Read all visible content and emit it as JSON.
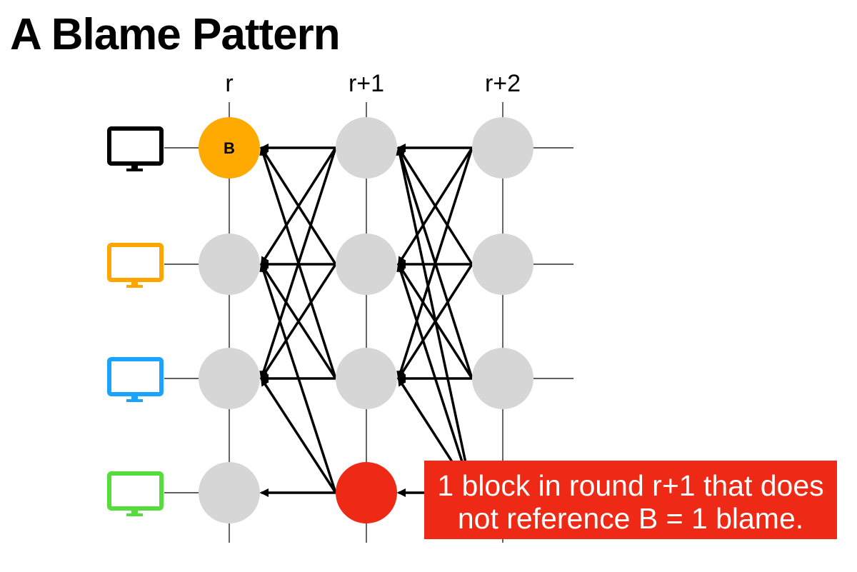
{
  "title": "A Blame Pattern",
  "rounds": [
    "r",
    "r+1",
    "r+2"
  ],
  "validators": [
    {
      "color": "#000000",
      "icon": "monitor-icon"
    },
    {
      "color": "#FFA500",
      "icon": "monitor-icon"
    },
    {
      "color": "#1AA3FF",
      "icon": "monitor-icon"
    },
    {
      "color": "#55DD3C",
      "icon": "monitor-icon"
    }
  ],
  "blocks": [
    {
      "round": 0,
      "validator": 0,
      "color": "#FFAA00",
      "label": "B"
    },
    {
      "round": 0,
      "validator": 1,
      "color": "#D6D6D6",
      "label": ""
    },
    {
      "round": 0,
      "validator": 2,
      "color": "#D6D6D6",
      "label": ""
    },
    {
      "round": 0,
      "validator": 3,
      "color": "#D6D6D6",
      "label": ""
    },
    {
      "round": 1,
      "validator": 0,
      "color": "#D6D6D6",
      "label": ""
    },
    {
      "round": 1,
      "validator": 1,
      "color": "#D6D6D6",
      "label": ""
    },
    {
      "round": 1,
      "validator": 2,
      "color": "#D6D6D6",
      "label": ""
    },
    {
      "round": 1,
      "validator": 3,
      "color": "#EE2A16",
      "label": ""
    },
    {
      "round": 2,
      "validator": 0,
      "color": "#D6D6D6",
      "label": ""
    },
    {
      "round": 2,
      "validator": 1,
      "color": "#D6D6D6",
      "label": ""
    },
    {
      "round": 2,
      "validator": 2,
      "color": "#D6D6D6",
      "label": ""
    }
  ],
  "references": [
    {
      "from": [
        1,
        0
      ],
      "to": [
        [
          0,
          0
        ],
        [
          0,
          1
        ],
        [
          0,
          2
        ]
      ]
    },
    {
      "from": [
        1,
        1
      ],
      "to": [
        [
          0,
          0
        ],
        [
          0,
          1
        ],
        [
          0,
          2
        ]
      ]
    },
    {
      "from": [
        1,
        2
      ],
      "to": [
        [
          0,
          0
        ],
        [
          0,
          1
        ],
        [
          0,
          2
        ]
      ]
    },
    {
      "from": [
        1,
        3
      ],
      "to": [
        [
          0,
          1
        ],
        [
          0,
          2
        ],
        [
          0,
          3
        ]
      ]
    },
    {
      "from": [
        2,
        0
      ],
      "to": [
        [
          1,
          0
        ],
        [
          1,
          1
        ],
        [
          1,
          2
        ]
      ]
    },
    {
      "from": [
        2,
        1
      ],
      "to": [
        [
          1,
          0
        ],
        [
          1,
          1
        ],
        [
          1,
          2
        ]
      ]
    },
    {
      "from": [
        2,
        2
      ],
      "to": [
        [
          1,
          0
        ],
        [
          1,
          1
        ],
        [
          1,
          2
        ]
      ]
    },
    {
      "from": [
        2,
        3
      ],
      "to": [
        [
          1,
          0
        ],
        [
          1,
          1
        ],
        [
          1,
          2
        ],
        [
          1,
          3
        ]
      ]
    }
  ],
  "callout": {
    "line1": "1 block in round r+1 that does",
    "line2": "not reference B = 1 blame.",
    "color": "#EE2A16"
  }
}
